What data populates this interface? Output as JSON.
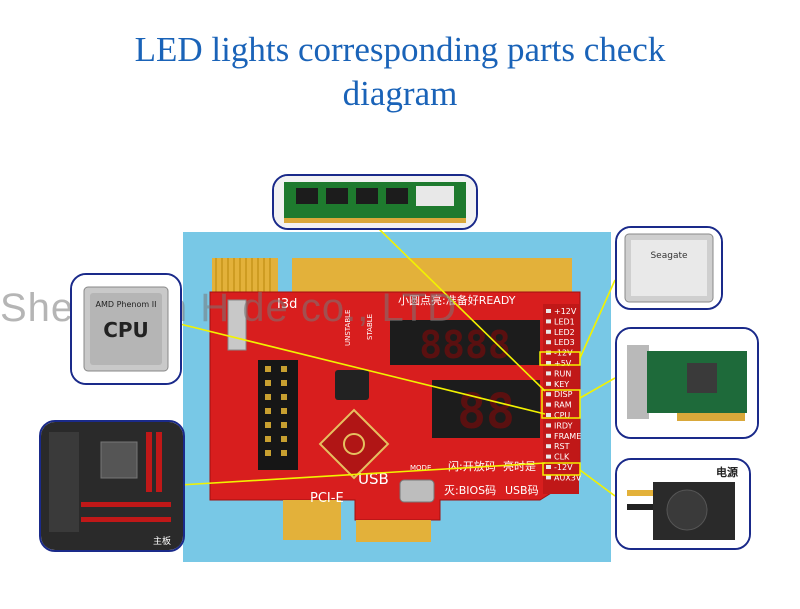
{
  "title": {
    "line1": "LED lights corresponding parts check",
    "line2": "diagram"
  },
  "watermark": "Shenzhen H                          de co., LTD",
  "board": {
    "brand_label": "I3d",
    "ready_label": "小圆点亮:准备好READY",
    "unstable_label": "UNSTABLE",
    "stable_label": "STABLE",
    "usb_label": "USB",
    "mode_label": "MODE",
    "pcie_label": "PCI-E",
    "flash_label1": "闪:开放码",
    "flash_label2": "灭:BIOS码",
    "lit_label": "亮时是",
    "usb_code_label": "USB码",
    "seven_seg_top": "8888",
    "seven_seg_bottom": "88",
    "led_labels": [
      "+12V",
      "LED1",
      "LED2",
      "LED3",
      "-12V",
      "+5V",
      "RUN",
      "KEY",
      "DISP",
      "RAM",
      "CPU",
      "IRDY",
      "FRAME",
      "RST",
      "CLK",
      "-12V",
      "AUX3V"
    ]
  },
  "parts": {
    "ram": "RAM module",
    "cpu_text": "CPU",
    "cpu_brand": "AMD Phenom II",
    "motherboard_text": "主板",
    "hdd": "Seagate",
    "psu_text": "电源"
  },
  "colors": {
    "title": "#1a63b8",
    "frame": "#1a2a8a",
    "board": "#d81e1e",
    "line": "#f2f200",
    "bg_blue": "#78c8e6"
  }
}
